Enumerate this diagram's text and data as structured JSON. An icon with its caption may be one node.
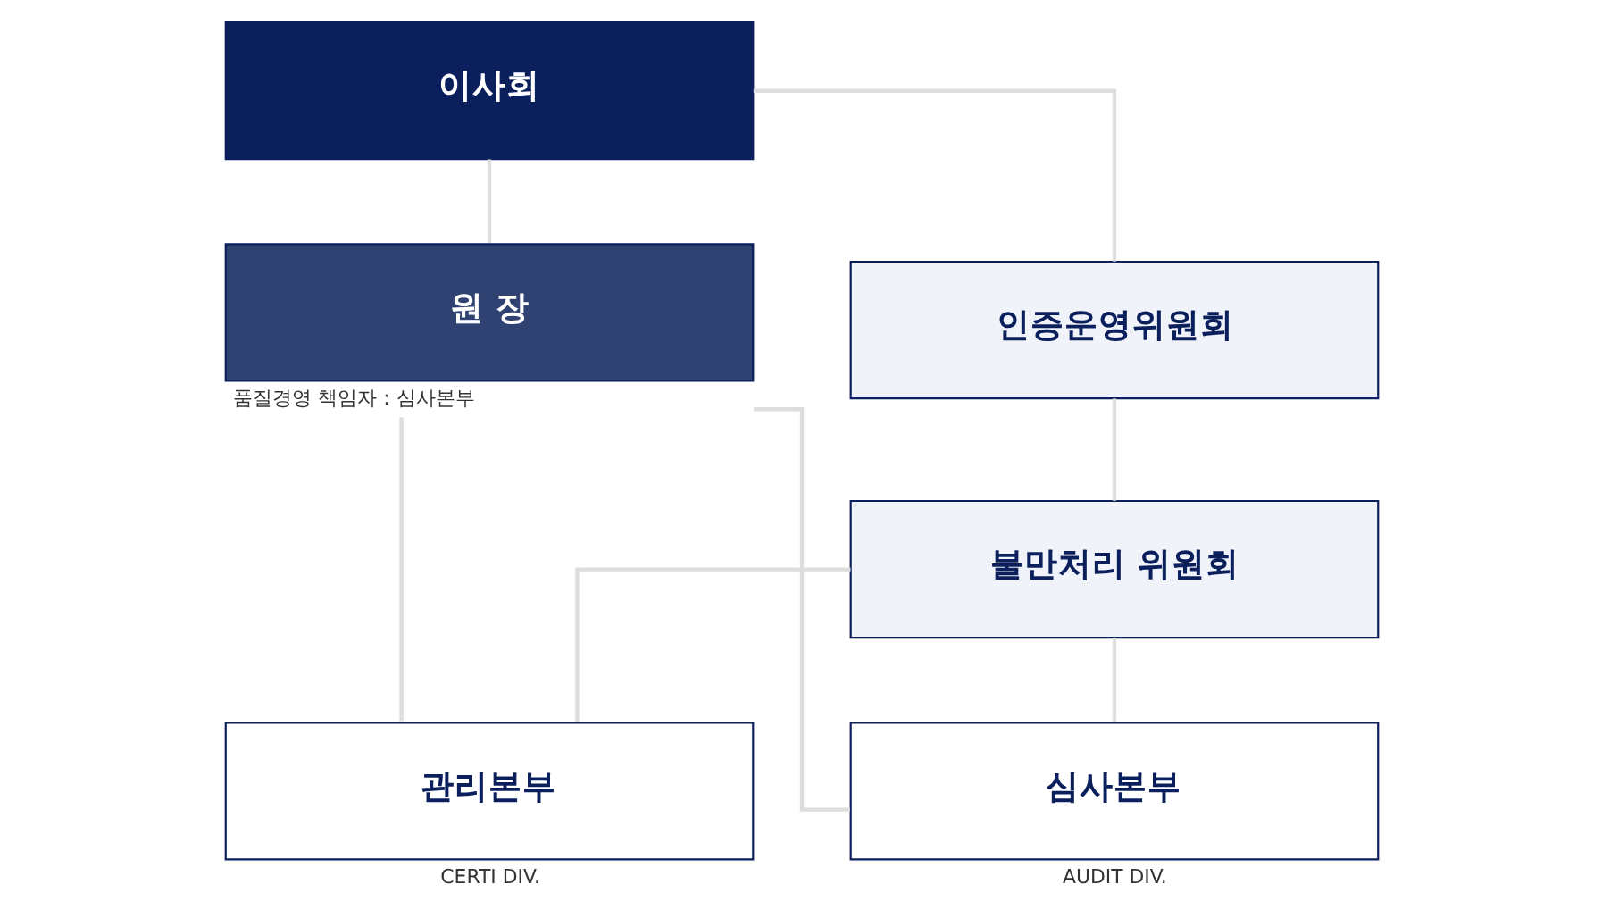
{
  "diagram": {
    "nodes": [
      {
        "text": [
          "이사회"
        ]
      },
      {
        "text": [
          "원 장"
        ],
        "beside": [
          "품질경영 책임자 : 심사본부"
        ]
      },
      {
        "text": [
          "인증운영위원회"
        ]
      },
      {
        "text": [
          "불만처리 위원회"
        ]
      },
      {
        "text": [
          "관리본부"
        ],
        "beside": [
          "CERTI DIV."
        ]
      },
      {
        "text": [
          "심사본부"
        ],
        "beside": [
          "AUDIT DIV."
        ]
      }
    ],
    "edges": [
      {
        "from": 0,
        "to": 1,
        "arrow": "none"
      },
      {
        "from": 0,
        "to": 2,
        "arrow": "none"
      },
      {
        "from": 2,
        "to": 3,
        "arrow": "none"
      },
      {
        "from": 1,
        "to": 4,
        "arrow": "none"
      },
      {
        "from": 1,
        "to": 5,
        "arrow": "none"
      },
      {
        "from": 3,
        "to": 4,
        "arrow": "none"
      },
      {
        "from": 3,
        "to": 5,
        "arrow": "none"
      }
    ]
  }
}
